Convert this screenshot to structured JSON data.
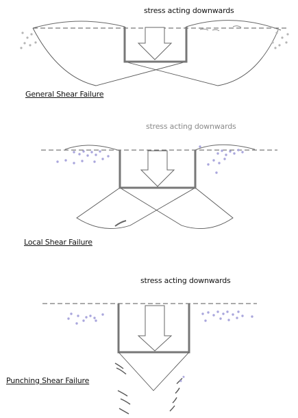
{
  "panels": [
    {
      "stress_label": "stress acting downwards",
      "caption": "General Shear Failure"
    },
    {
      "stress_label": "stress acting downwards",
      "caption": "Local Shear Failure"
    },
    {
      "stress_label": "stress acting downwards",
      "caption": "Punching Shear Failure"
    }
  ],
  "colors": {
    "footing": "#777777",
    "curves": "#555555",
    "dashed_line": "#555555",
    "soil_dots_grey": "#b5b5b5",
    "soil_dots_purple": "#a9a6dc"
  }
}
